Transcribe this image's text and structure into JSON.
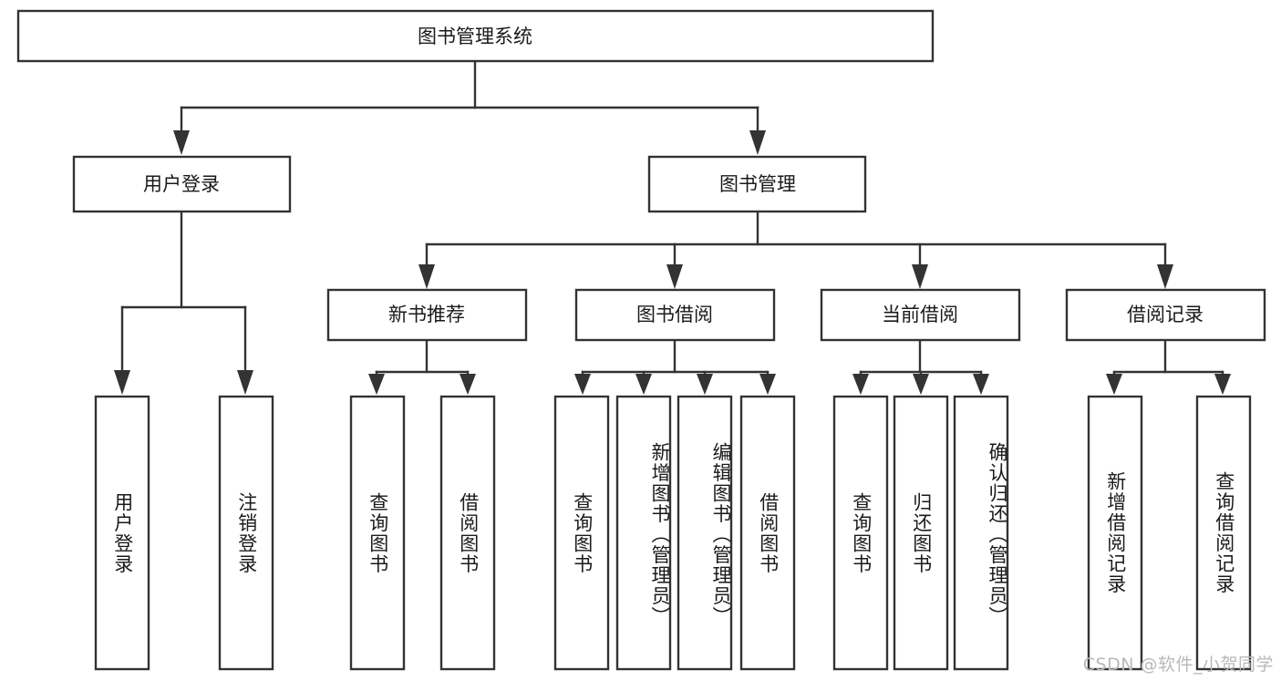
{
  "diagram": {
    "type": "tree",
    "title_text": "图书管理系统",
    "root": {
      "id": "root",
      "label": "图书管理系统",
      "orientation": "horizontal"
    },
    "level2": [
      {
        "id": "user-login",
        "label": "用户登录",
        "orientation": "horizontal"
      },
      {
        "id": "book-manage",
        "label": "图书管理",
        "orientation": "horizontal"
      }
    ],
    "level3": [
      {
        "id": "new-book-recommend",
        "label": "新书推荐",
        "orientation": "horizontal",
        "parent": "book-manage"
      },
      {
        "id": "book-borrow",
        "label": "图书借阅",
        "orientation": "horizontal",
        "parent": "book-manage"
      },
      {
        "id": "current-borrow",
        "label": "当前借阅",
        "orientation": "horizontal",
        "parent": "book-manage"
      },
      {
        "id": "borrow-record",
        "label": "借阅记录",
        "orientation": "horizontal",
        "parent": "book-manage"
      }
    ],
    "leaves": [
      {
        "id": "leaf-user-login",
        "label": "用户登录",
        "parent": "user-login"
      },
      {
        "id": "leaf-user-logout",
        "label": "注销登录",
        "parent": "user-login"
      },
      {
        "id": "leaf-query-book-1",
        "label": "查询图书",
        "parent": "new-book-recommend"
      },
      {
        "id": "leaf-borrow-book-1",
        "label": "借阅图书",
        "parent": "new-book-recommend"
      },
      {
        "id": "leaf-query-book-2",
        "label": "查询图书",
        "parent": "book-borrow"
      },
      {
        "id": "leaf-add-book",
        "label": "新增图书（管理员）",
        "parent": "book-borrow"
      },
      {
        "id": "leaf-edit-book",
        "label": "编辑图书（管理员）",
        "parent": "book-borrow"
      },
      {
        "id": "leaf-borrow-book-2",
        "label": "借阅图书",
        "parent": "book-borrow"
      },
      {
        "id": "leaf-query-book-3",
        "label": "查询图书",
        "parent": "current-borrow"
      },
      {
        "id": "leaf-return-book",
        "label": "归还图书",
        "parent": "current-borrow"
      },
      {
        "id": "leaf-confirm-return",
        "label": "确认归还（管理员）",
        "parent": "current-borrow"
      },
      {
        "id": "leaf-add-record",
        "label": "新增借阅记录",
        "parent": "borrow-record"
      },
      {
        "id": "leaf-query-record",
        "label": "查询借阅记录",
        "parent": "borrow-record"
      }
    ],
    "colors": {
      "box_fill": "#ffffff",
      "box_stroke": "#333333",
      "text": "#1a1a1a",
      "background": "#ffffff",
      "watermark": "#b9b9b9"
    }
  },
  "watermark": {
    "text": "CSDN @软件_小贺同学"
  }
}
